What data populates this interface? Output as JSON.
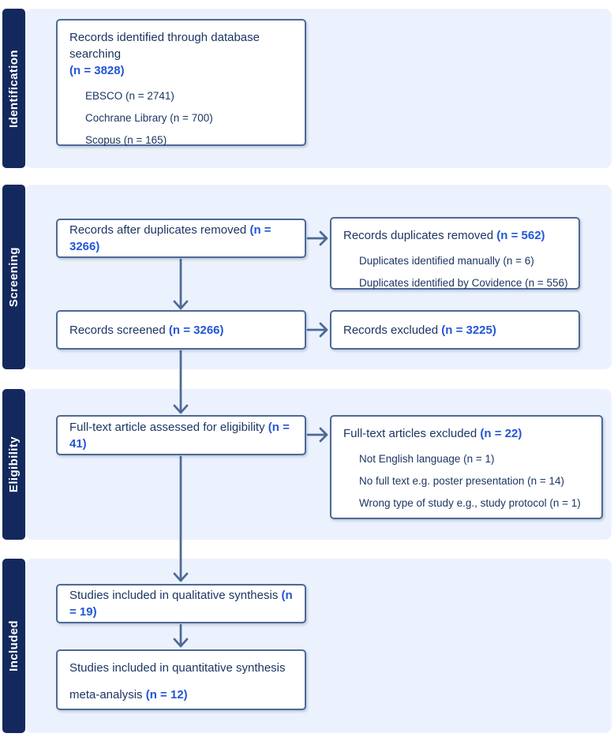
{
  "stages": [
    {
      "label": "Identification"
    },
    {
      "label": "Screening"
    },
    {
      "label": "Eligibility"
    },
    {
      "label": "Included"
    }
  ],
  "boxes": {
    "identified": {
      "label": "Records identified through database searching",
      "count": "(n = 3828)",
      "items": [
        "EBSCO (n = 2741)",
        "Cochrane Library (n = 700)",
        "Scopus (n = 165)"
      ]
    },
    "after_duplicates": {
      "label": "Records after duplicates removed",
      "count": "(n = 3266)"
    },
    "duplicates_removed": {
      "label": "Records duplicates removed",
      "count": "(n = 562)",
      "items": [
        "Duplicates identified manually (n = 6)",
        "Duplicates identified by Covidence (n = 556)"
      ]
    },
    "screened": {
      "label": "Records screened",
      "count": "(n = 3266)"
    },
    "excluded": {
      "label": "Records excluded",
      "count": "(n = 3225)"
    },
    "fulltext": {
      "label": "Full-text article assessed for eligibility",
      "count": "(n = 41)"
    },
    "fulltext_excluded": {
      "label": "Full-text articles excluded",
      "count": "(n = 22)",
      "items": [
        "Not English language (n = 1)",
        "No full text e.g. poster presentation (n = 14)",
        "Wrong type of study e.g., study protocol (n = 1)"
      ]
    },
    "qualitative": {
      "label": "Studies included in qualitative synthesis",
      "count": "(n = 19)"
    },
    "quantitative": {
      "label_line1": "Studies included in quantitative synthesis",
      "label_line2": "meta-analysis",
      "count": "(n = 12)"
    }
  },
  "colors": {
    "band_background": "#ecf2fd",
    "stage_strip": "#13295e",
    "box_border": "#4d6a96",
    "arrow": "#4d6a96",
    "text_navy": "#1c3663",
    "count_blue": "#2355d6"
  }
}
